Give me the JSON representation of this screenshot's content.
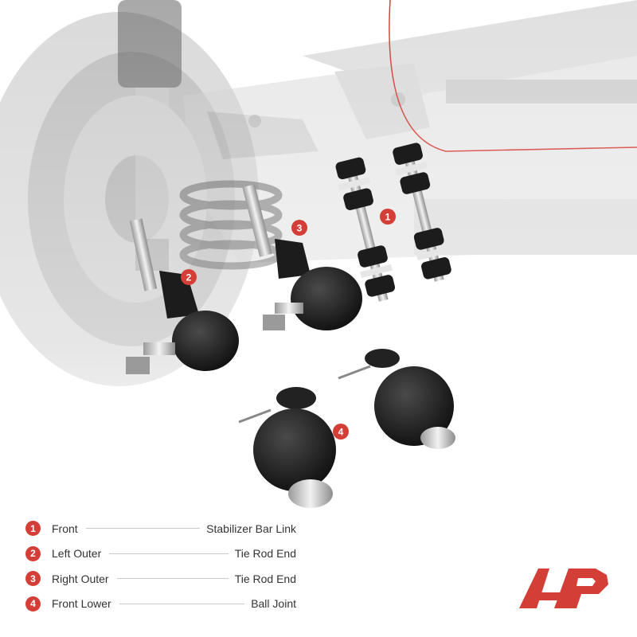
{
  "callouts": [
    {
      "num": "1",
      "text": "Front",
      "value": "Stabilizer Bar Link"
    },
    {
      "num": "2",
      "text": "Left Outer",
      "value": "Tie Rod End"
    },
    {
      "num": "3",
      "text": "Right Outer",
      "value": "Tie Rod End"
    },
    {
      "num": "4",
      "text": "Front Lower",
      "value": "Ball Joint"
    }
  ],
  "colors": {
    "accent": "#d33f36",
    "part": "#1c1c1c",
    "background": "#ffffff",
    "scene": "#d8d8d8"
  },
  "icons": [
    "brand-logo-icon",
    "coil-spring-icon",
    "shock-absorber-icon",
    "wheel-icon"
  ]
}
